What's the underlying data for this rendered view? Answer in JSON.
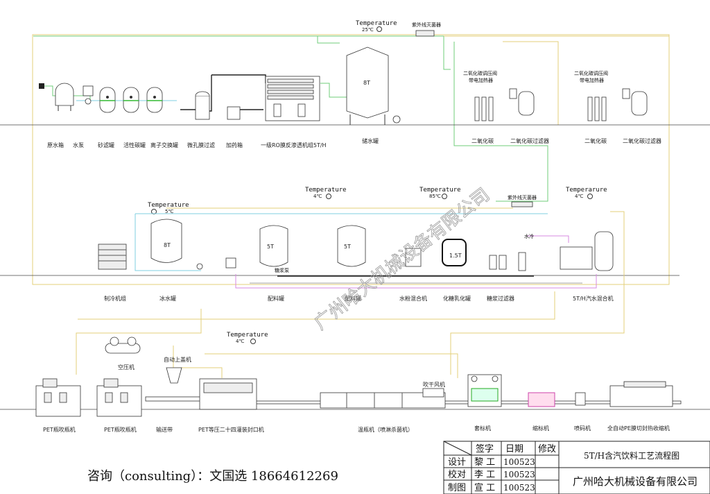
{
  "top_labels": {
    "raw_water_tank": "原水箱",
    "water_pump": "水泵",
    "sand_filter": "砂滤罐",
    "carbon_filter": "活性碳罐",
    "ion_exchange": "离子交换罐",
    "micro_filter": "微孔膜过滤",
    "dosing_tank": "加药箱",
    "ro_unit": "一级RO膜反渗透机组5T/H",
    "storage_tank": "储水罐",
    "co2_1": "二氧化碳",
    "co2_filter_1": "二氧化碳过滤器",
    "co2_2": "二氧化碳",
    "co2_filter_2": "二氧化碳过滤器",
    "co2_valve_1a": "二氧化碳调压阀",
    "co2_valve_1b": "带电加热器",
    "co2_valve_2a": "二氧化碳调压阀",
    "co2_valve_2b": "带电加热器",
    "uv_1": "紫外线灭菌器",
    "storage_vol": "8T"
  },
  "temperatures": {
    "t1": {
      "label": "Temperature",
      "value": "25℃"
    },
    "t2": {
      "label": "Temperature",
      "value": "5℃"
    },
    "t3": {
      "label": "Temperature",
      "value": "4℃"
    },
    "t4": {
      "label": "Temperature",
      "value": "85℃"
    },
    "t5": {
      "label": "Temperarure",
      "value": "4℃"
    },
    "t6": {
      "label": "Temperature",
      "value": "4℃"
    }
  },
  "mid_labels": {
    "chiller": "制冷机组",
    "ice_tank": "冰水罐",
    "ice_tank_vol": "8T",
    "mix_tank_1": "配料罐",
    "mix_tank_1_vol": "5T",
    "mix_tank_2": "配料罐",
    "mix_tank_2_vol": "5T",
    "powder_mixer": "水粉混合机",
    "sugar_tank": "化糖乳化罐",
    "sugar_tank_vol": "1.5T",
    "syrup_filter": "糖浆过滤器",
    "syrup_pump": "糖浆泵",
    "water_cold": "水冷",
    "uv_2": "紫外线灭菌器",
    "carbonator": "5T/H汽水混合机"
  },
  "bottom_labels": {
    "blow_1": "PET瓶吹瓶机",
    "blow_2": "PET瓶吹瓶机",
    "air_comp": "空压机",
    "capper_feeder": "自动上盖机",
    "conveyor": "输送带",
    "filler": "PET等压二十四灌装封口机",
    "warmer": "温瓶机（喷淋杀菌机）",
    "dryer": "吹干风机",
    "sleever": "套标机",
    "shrink_label": "缩标机",
    "coder": "喷码机",
    "shrink_wrapper": "全自动PE膜切封热收缩机"
  },
  "watermark": "广州哈大机械设备有限公司",
  "consulting": "咨询（consulting）：文国选  18664612269",
  "title_block": {
    "headers": [
      "签字",
      "日期",
      "修改"
    ],
    "rows": [
      {
        "role": "设计",
        "name": "黎  工",
        "date": "100523"
      },
      {
        "role": "校对",
        "name": "李  工",
        "date": "100523"
      },
      {
        "role": "制图",
        "name": "宣  工",
        "date": "100523"
      }
    ],
    "drawing_title": "5T/H含汽饮料工艺流程图",
    "company": "广州哈大机械设备有限公司"
  }
}
